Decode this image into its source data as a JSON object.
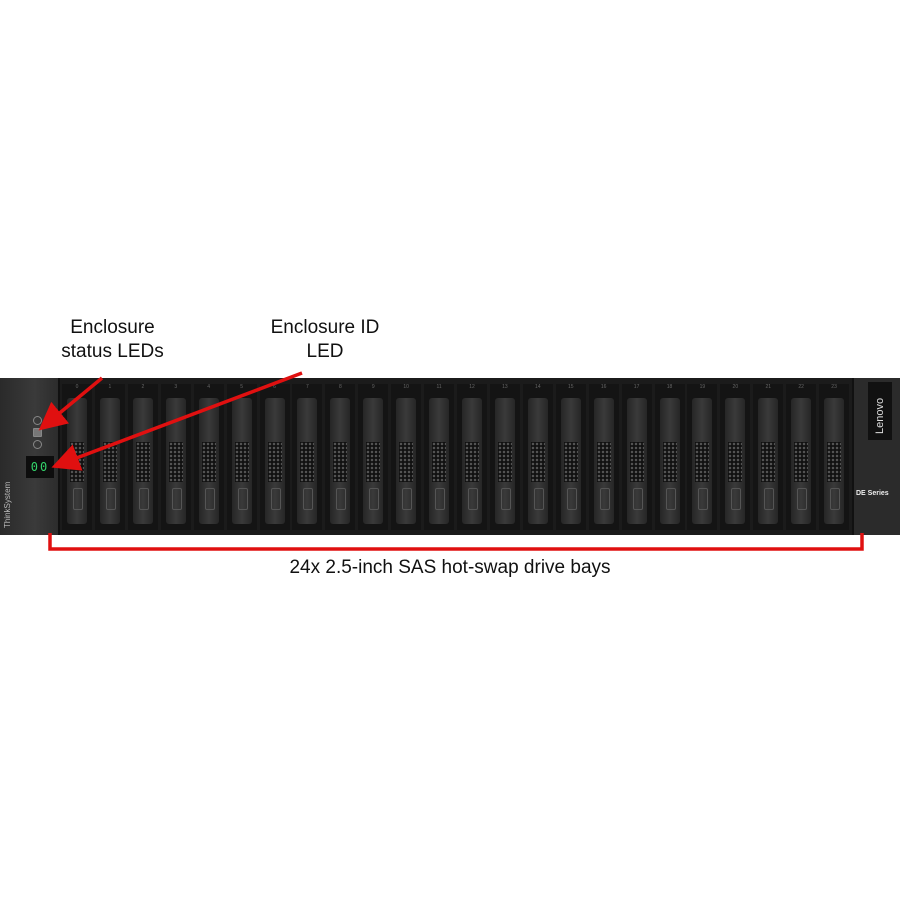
{
  "callouts": {
    "status_leds": [
      "Enclosure",
      "status LEDs"
    ],
    "id_led": [
      "Enclosure ID",
      "LED"
    ],
    "drive_bays": "24x 2.5-inch SAS hot-swap drive bays"
  },
  "device": {
    "left_brand": "ThinkSystem",
    "right_brand": "Lenovo",
    "series": "DE Series",
    "enclosure_id_display": "00",
    "bay_numbers": [
      "0",
      "1",
      "2",
      "3",
      "4",
      "5",
      "6",
      "7",
      "8",
      "9",
      "10",
      "11",
      "12",
      "13",
      "14",
      "15",
      "16",
      "17",
      "18",
      "19",
      "20",
      "21",
      "22",
      "23"
    ]
  },
  "colors": {
    "callout": "#e01010",
    "chassis": "#1b1b1b",
    "id_display": "#33d26a"
  }
}
